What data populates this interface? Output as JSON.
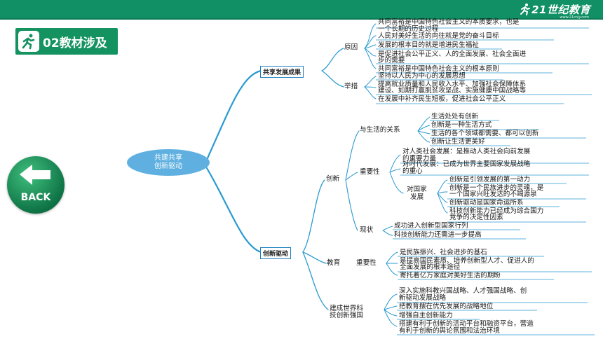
{
  "header": {
    "brand": "21世纪教育",
    "url": "www.21cnjy.com"
  },
  "section_tag": {
    "label": "02教材涉及"
  },
  "back_button": {
    "label": "BACK"
  },
  "mindmap": {
    "root": [
      "共建共享",
      "创新驱动"
    ],
    "branches": {
      "b1": {
        "label": "共享发展成果",
        "reason": {
          "label": "原因",
          "items": [
            [
              "共同富裕是中国特色社会主义的本质要求，也是",
              "一个长期的历史过程"
            ],
            [
              "人民对美好生活的向往就是党的奋斗目标"
            ],
            [
              "发展的根本目的就是增进民生福祉"
            ],
            [
              "是促进社会公平正义、人的全面发展、社会全面进",
              "步的需要"
            ],
            [
              "共同富裕是中国特色社会主义的根本原则"
            ]
          ]
        },
        "measures": {
          "label": "举措",
          "items": [
            [
              "坚持以人民为中心的发展思想"
            ],
            [
              "提高就业质量和人民收入水平、加强社会保障体系",
              "建设、如期打赢脱贫攻坚战、实施健康中国战略等"
            ],
            [
              "在发展中补齐民生短板，促进社会公平正义"
            ]
          ]
        }
      },
      "b2": {
        "label": "创新驱动",
        "innovation": {
          "label": "创新",
          "life": {
            "label": "与生活的关系",
            "items": [
              "生活处处有创新",
              "创新是一种生活方式",
              "生活的各个领域都需要、都可以创新",
              "创新让生活更美好"
            ]
          },
          "importance": {
            "label": "重要性",
            "society": [
              "对人类社会发展：是推动人类社会向前发展",
              "的重要力量"
            ],
            "era": [
              "对时代发展：已成为世界主要国家发展战略",
              "的重心"
            ],
            "country": {
              "label": [
                "对国家",
                "发展"
              ],
              "items": [
                [
                  "创新是引领发展的第一动力"
                ],
                [
                  "创新是一个民族进步的灵魂，是",
                  "一个国家兴旺发达的不竭源泉"
                ],
                [
                  "创新驱动是国家命运所系"
                ],
                [
                  "科技创新能力已经成为综合国力",
                  "竞争的决定性因素"
                ]
              ]
            }
          },
          "status": {
            "label": "现状",
            "items": [
              "成功进入创新型国家行列",
              "科技创新能力还需进一步提高"
            ]
          }
        },
        "education": {
          "label": "教育",
          "importance_label": "重要性",
          "items": [
            [
              "是民族振兴、社会进步的基石"
            ],
            [
              "是提高国民素质、培养创新型人才、促进人的",
              "全面发展的根本途径"
            ],
            [
              "寄托着亿万家庭对美好生活的期盼"
            ]
          ]
        },
        "science": {
          "label": [
            "建成世界科",
            "技创新强国"
          ],
          "items": [
            [
              "深入实施科教兴国战略、人才强国战略、创",
              "新驱动发展战略"
            ],
            [
              "把教育摆在优先发展的战略地位"
            ],
            [
              "增强自主创新能力"
            ],
            [
              "搭建有利于创新的活动平台和融资平台，营造",
              "有利于创新的舆论氛围和法治环境"
            ]
          ]
        }
      }
    }
  }
}
